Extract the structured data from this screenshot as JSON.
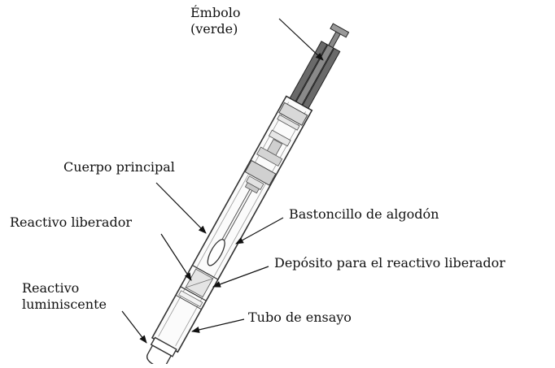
{
  "labels": {
    "plunger": [
      "Émbolo",
      "(verde)"
    ],
    "main_body": "Cuerpo principal",
    "swab": "Bastoncillo de algodón",
    "releasing_reagent": "Reactivo liberador",
    "reservoir": "Depósito para el reactivo liberador",
    "luminescent_reagent": [
      "Reactivo",
      "luminiscente"
    ],
    "test_tube": "Tubo de ensayo"
  }
}
